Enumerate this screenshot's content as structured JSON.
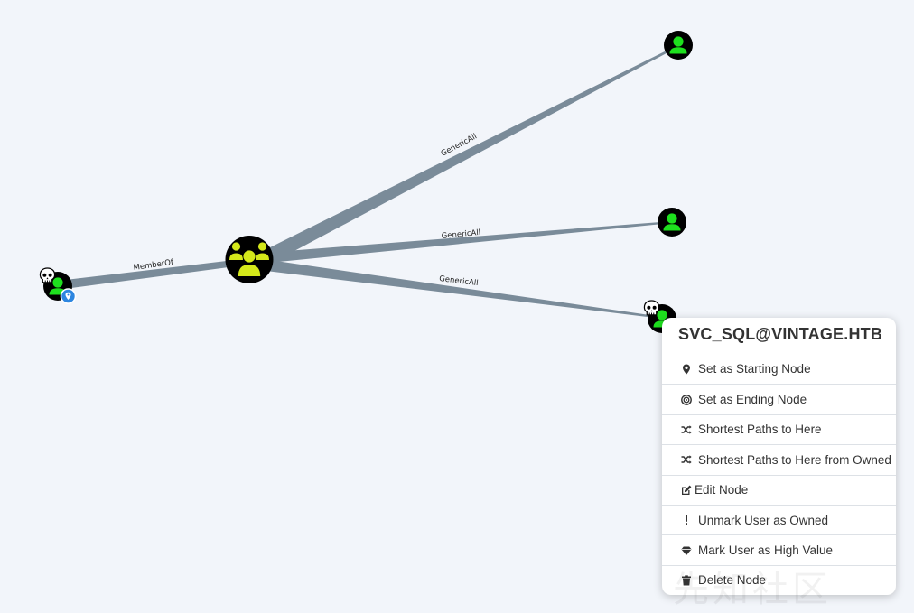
{
  "graph": {
    "edges": [
      {
        "label": "MemberOf"
      },
      {
        "label": "GenericAll"
      },
      {
        "label": "GenericAll"
      },
      {
        "label": "GenericAll"
      }
    ]
  },
  "context_menu": {
    "title": "SVC_SQL@VINTAGE.HTB",
    "items": [
      {
        "icon": "map-marker-icon",
        "label": "Set as Starting Node"
      },
      {
        "icon": "bullseye-icon",
        "label": "Set as Ending Node"
      },
      {
        "icon": "shuffle-icon",
        "label": "Shortest Paths to Here"
      },
      {
        "icon": "shuffle-icon",
        "label": "Shortest Paths to Here from Owned"
      },
      {
        "icon": "edit-icon",
        "label": "Edit Node"
      },
      {
        "icon": "exclamation-icon",
        "label": "Unmark User as Owned"
      },
      {
        "icon": "gem-icon",
        "label": "Mark User as High Value"
      },
      {
        "icon": "trash-icon",
        "label": "Delete Node"
      }
    ]
  },
  "watermark": "先知社区",
  "colors": {
    "background": "#f2f5fa",
    "edge": "#7a8b99",
    "user_icon": "#1ee01e",
    "group_icon": "#d4e81a",
    "node_fill": "#000000",
    "owned_badge": "#ffffff",
    "starting_marker": "#2d86e0"
  }
}
